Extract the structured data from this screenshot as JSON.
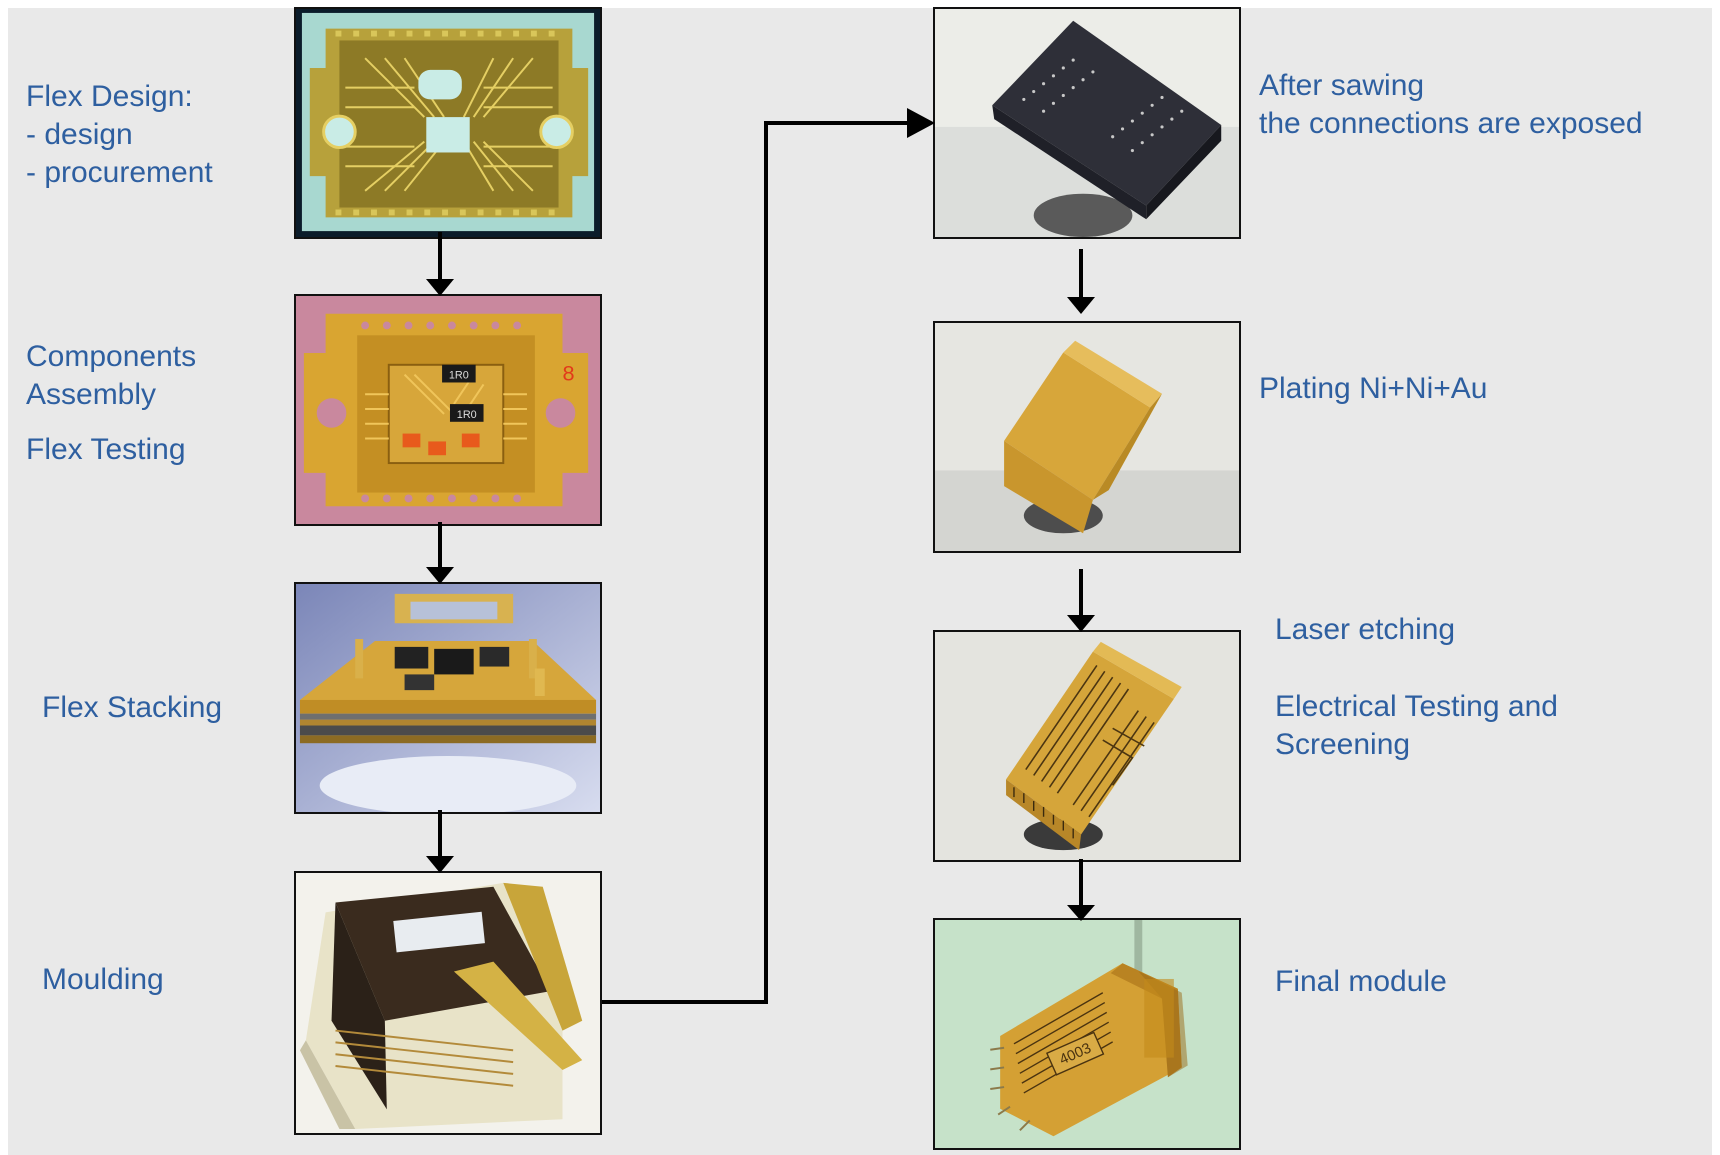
{
  "steps_left": [
    {
      "id": "flex-design",
      "lines": [
        "Flex Design:",
        "- design",
        "-  procurement"
      ]
    },
    {
      "id": "components-assembly",
      "lines": [
        "Components",
        "Assembly"
      ],
      "extra": "Flex Testing"
    },
    {
      "id": "flex-stacking",
      "lines": [
        "Flex Stacking"
      ]
    },
    {
      "id": "moulding",
      "lines": [
        "Moulding"
      ]
    }
  ],
  "steps_right": [
    {
      "id": "after-sawing",
      "lines": [
        "After sawing",
        "the connections are exposed"
      ]
    },
    {
      "id": "plating",
      "lines": [
        "Plating Ni+Ni+Au"
      ]
    },
    {
      "id": "laser-etching",
      "lines": [
        "Laser etching"
      ],
      "extra_lines": [
        "Electrical Testing and",
        "Screening"
      ]
    },
    {
      "id": "final-module",
      "lines": [
        "Final module"
      ]
    }
  ],
  "photo_marks": {
    "component_1": "1R0",
    "component_2": "1R0",
    "part_number": "4003",
    "board_mark": "8"
  },
  "colors": {
    "label": "#2e5fa0",
    "background": "#e9e9e9",
    "arrow": "#000000"
  }
}
